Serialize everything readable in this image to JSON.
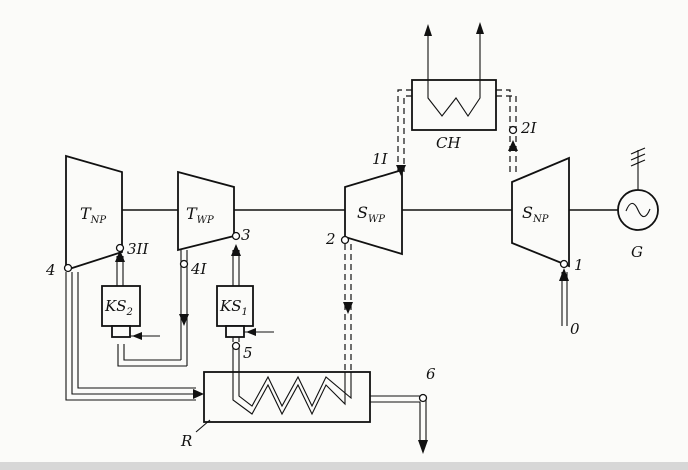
{
  "components": {
    "t_np": {
      "main": "T",
      "sub": "NP"
    },
    "t_wp": {
      "main": "T",
      "sub": "WP"
    },
    "s_wp": {
      "main": "S",
      "sub": "WP"
    },
    "s_np": {
      "main": "S",
      "sub": "NP"
    },
    "ks2": {
      "main": "KS",
      "sub": "2"
    },
    "ks1": {
      "main": "KS",
      "sub": "1"
    },
    "ch": "CH",
    "g": "G",
    "r": "R"
  },
  "points": {
    "p0": "0",
    "p1": "1",
    "p21": "2I",
    "p11": "1I",
    "p2": "2",
    "p3": "3",
    "p41": "4I",
    "p3ii": "3II",
    "p4": "4",
    "p5": "5",
    "p6": "6"
  }
}
